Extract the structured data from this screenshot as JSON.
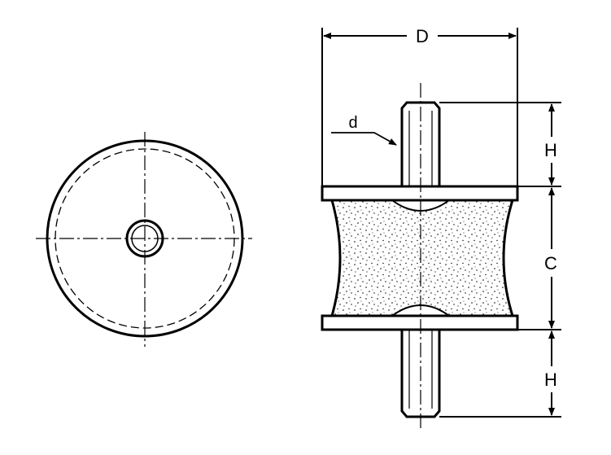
{
  "labels": {
    "overall_diameter": "D",
    "stud_diameter": "d",
    "stud_height_top": "H",
    "body_height": "C",
    "stud_height_bottom": "H"
  },
  "colors": {
    "line": "#000000",
    "background": "#ffffff"
  }
}
